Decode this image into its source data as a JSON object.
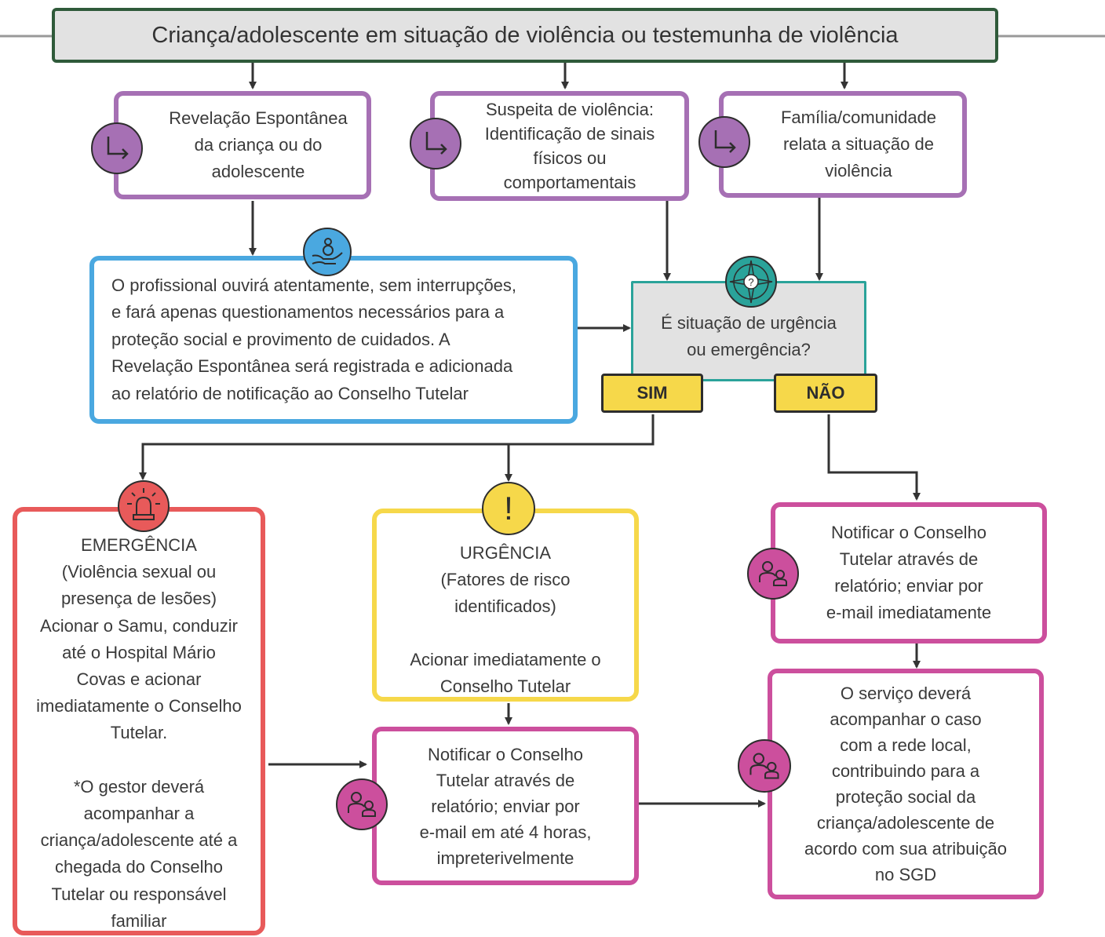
{
  "title": "Criança/adolescente em situação de violência ou testemunha de violência",
  "entries": [
    {
      "text": "Revelação Espontânea\nda criança ou do\nadolescente",
      "icon": "arrow-turn-icon"
    },
    {
      "text": "Suspeita de violência:\nIdentificação de sinais\nfísicos ou\ncomportamentais",
      "icon": "arrow-turn-icon"
    },
    {
      "text": "Família/comunidade\nrelata a situação de\nviolência",
      "icon": "arrow-turn-icon"
    }
  ],
  "listen_box": {
    "text": "O profissional ouvirá atentamente, sem interrupções,\ne fará apenas questionamentos necessários para a\nproteção social e provimento de cuidados. A\nRevelação Espontânea será registrada e adicionada\nao relatório de notificação ao Conselho Tutelar",
    "icon": "caring-hand-icon"
  },
  "decision": {
    "text": "É situação de urgência\nou emergência?",
    "icon": "compass-question-icon"
  },
  "answers": {
    "yes": "SIM",
    "no": "NÃO"
  },
  "emergency": {
    "text": "EMERGÊNCIA\n(Violência sexual ou\npresença de lesões)\nAcionar o Samu, conduzir\naté o Hospital Mário\nCovas e acionar\nimediatamente o Conselho\nTutelar.\n\n*O gestor deverá\nacompanhar a\ncriança/adolescente até a\nchegada do Conselho\nTutelar ou responsável\nfamiliar",
    "icon": "siren-icon"
  },
  "urgency": {
    "text": "URGÊNCIA\n(Fatores de risco\nidentificados)\n\nAcionar imediatamente o\nConselho Tutelar",
    "icon": "exclamation-icon",
    "icon_glyph": "!"
  },
  "notify_4h": {
    "text": "Notificar o Conselho\nTutelar através de\nrelatório; enviar por\ne-mail em até 4 horas,\nimpreterivelmente",
    "icon": "people-icon"
  },
  "notify_now": {
    "text": "Notificar o Conselho\nTutelar através de\nrelatório; enviar por\ne-mail imediatamente",
    "icon": "people-icon"
  },
  "follow_up": {
    "text": "O serviço deverá\nacompanhar o caso\ncom a rede local,\ncontribuindo para a\nproteção social da\ncriança/adolescente de\nacordo com sua atribuição\nno SGD",
    "icon": "people-icon"
  },
  "colors": {
    "title_border": "#2f5a3a",
    "title_fill": "#e2e2e2",
    "entry": "#a670b4",
    "listen": "#4aa8e0",
    "decision": "#2aa39a",
    "emergency": "#e85a5a",
    "urgency": "#f6d84a",
    "notify": "#cc4f9d"
  }
}
